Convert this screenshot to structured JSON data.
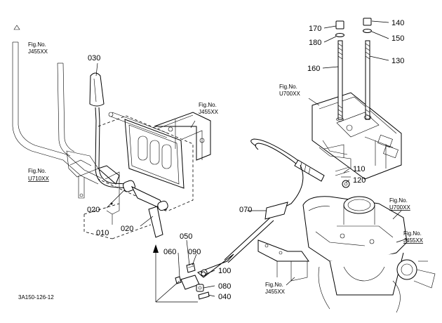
{
  "parts": {
    "p030": "030",
    "p010": "010",
    "p020a": "020",
    "p020b": "020",
    "p050": "050",
    "p060": "060",
    "p090": "090",
    "p100": "100",
    "p080": "080",
    "p040": "040",
    "p070": "070",
    "p110": "110",
    "p120": "120",
    "p130": "130",
    "p140": "140",
    "p150": "150",
    "p160": "160",
    "p170": "170",
    "p180": "180"
  },
  "figrefs": {
    "f1_t": "Fig.No.",
    "f1_n": "J455XX",
    "f2_t": "Fig.No.",
    "f2_n": "J455XX",
    "f3_t": "Fig.No.",
    "f3_n": "U710XX",
    "f4_t": "Fig.No.",
    "f4_n": "U700XX",
    "f5_t": "Fig.No.",
    "f5_n": "U700XX",
    "f6_t": "Fig.No.",
    "f6_n": "J455XX",
    "f7_t": "Fig.No.",
    "f7_n": "J455XX"
  },
  "diagram_code": "3A150-126-12"
}
